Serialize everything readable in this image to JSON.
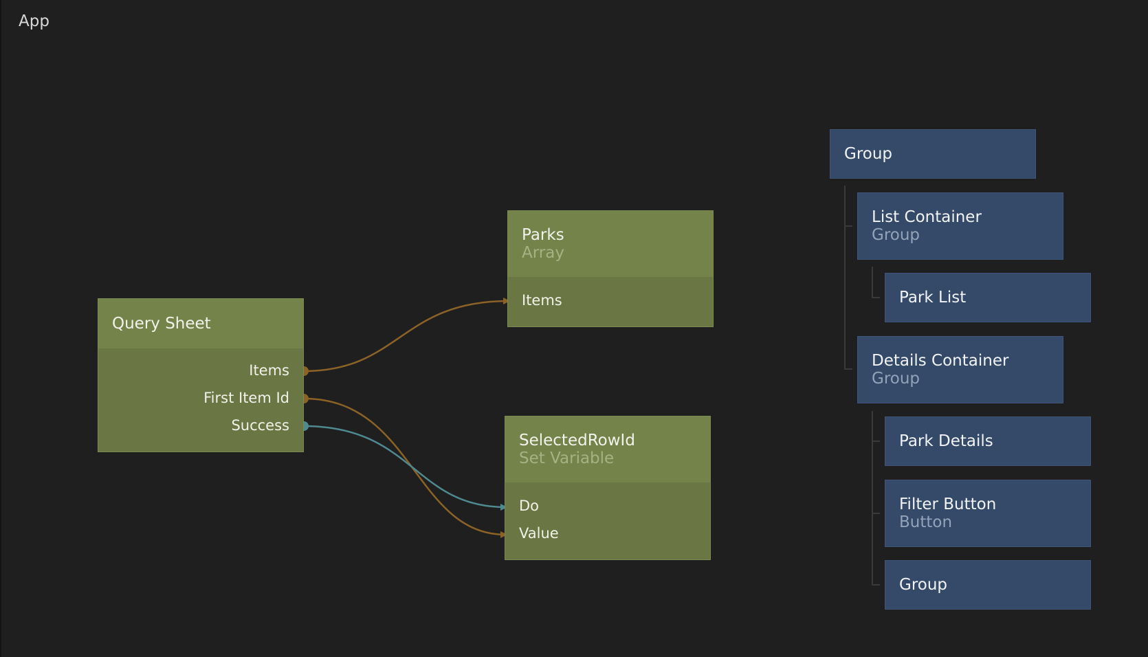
{
  "app": {
    "title": "App"
  },
  "logic_nodes": {
    "query_sheet": {
      "title": "Query Sheet",
      "outputs": {
        "items": "Items",
        "first_item_id": "First Item Id",
        "success": "Success"
      }
    },
    "parks": {
      "title": "Parks",
      "type": "Array",
      "inputs": {
        "items": "Items"
      }
    },
    "selected_row_id": {
      "title": "SelectedRowId",
      "type": "Set Variable",
      "inputs": {
        "do": "Do",
        "value": "Value"
      }
    }
  },
  "visual_tree": {
    "root": {
      "title": "Group"
    },
    "list_container": {
      "title": "List Container",
      "type": "Group"
    },
    "park_list": {
      "title": "Park List"
    },
    "details_container": {
      "title": "Details Container",
      "type": "Group"
    },
    "park_details": {
      "title": "Park Details"
    },
    "filter_button": {
      "title": "Filter Button",
      "type": "Button"
    },
    "group": {
      "title": "Group"
    }
  },
  "colors": {
    "canvas_bg": "#1f1f1f",
    "logic_node": "#6a7745",
    "logic_node_header": "#73834a",
    "visual_node": "#344a68",
    "data_wire": "#8c6326",
    "signal_wire": "#4f8a90"
  }
}
